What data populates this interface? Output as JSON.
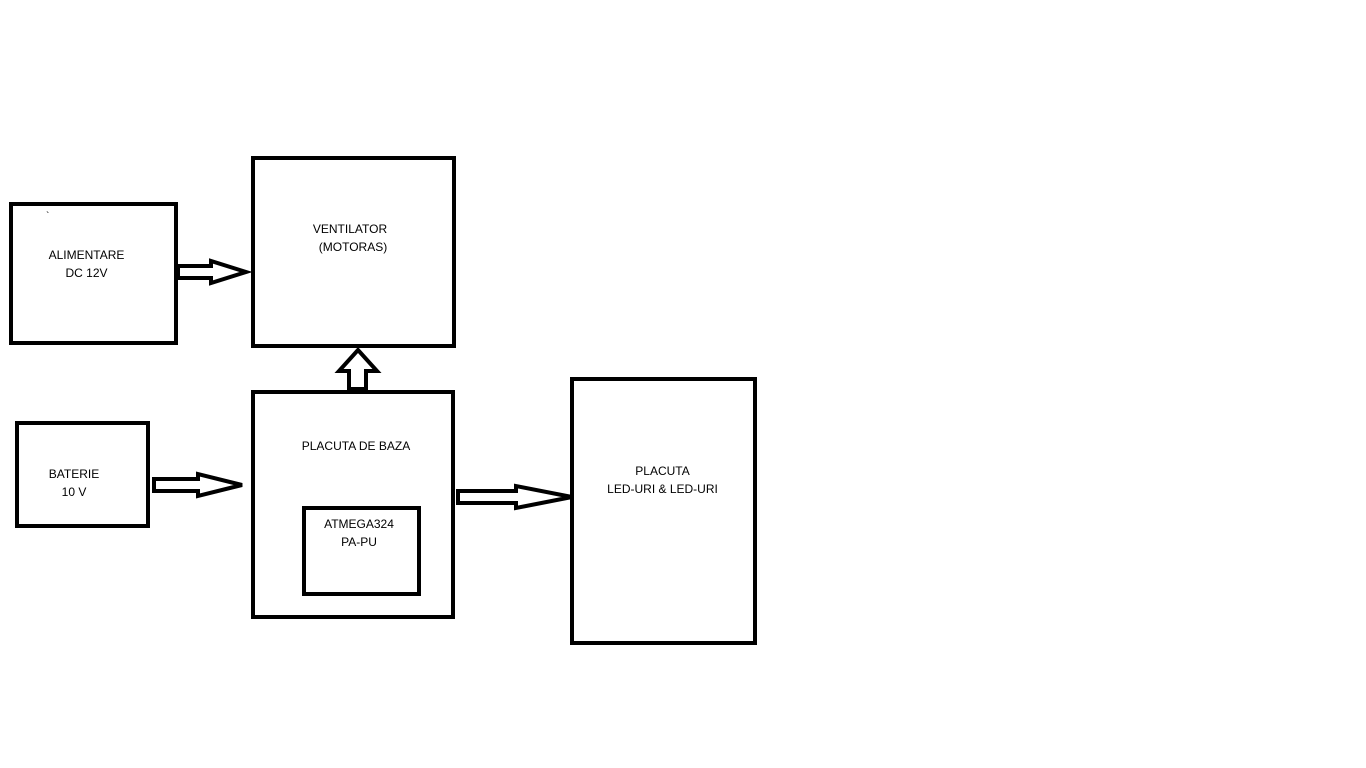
{
  "blocks": {
    "alimentare": {
      "line1": "ALIMENTARE",
      "line2": "DC 12V",
      "mark": "`"
    },
    "ventilator": {
      "line1": "VENTILATOR",
      "line2": "(MOTORAS)"
    },
    "baterie": {
      "line1": "BATERIE",
      "line2": "10 V"
    },
    "placuta_baza": {
      "line1": "PLACUTA DE BAZA"
    },
    "atmega": {
      "line1": "ATMEGA324",
      "line2": "PA-PU"
    },
    "placuta_led": {
      "line1": "PLACUTA",
      "line2": "LED-URI & LED-URI"
    }
  },
  "colors": {
    "stroke": "#000000",
    "fill": "#ffffff"
  }
}
